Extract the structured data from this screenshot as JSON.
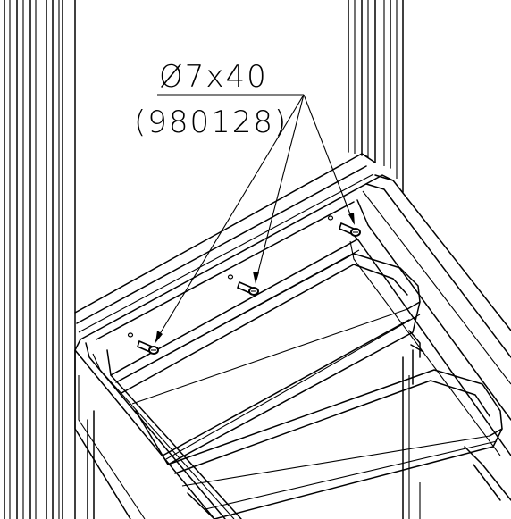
{
  "callout": {
    "size_label": "Ø7x40",
    "part_number_label": "(980128)"
  },
  "colors": {
    "line": "#000000",
    "background": "#ffffff"
  },
  "screws": [
    {
      "name": "screw-left"
    },
    {
      "name": "screw-middle"
    },
    {
      "name": "screw-right"
    }
  ]
}
